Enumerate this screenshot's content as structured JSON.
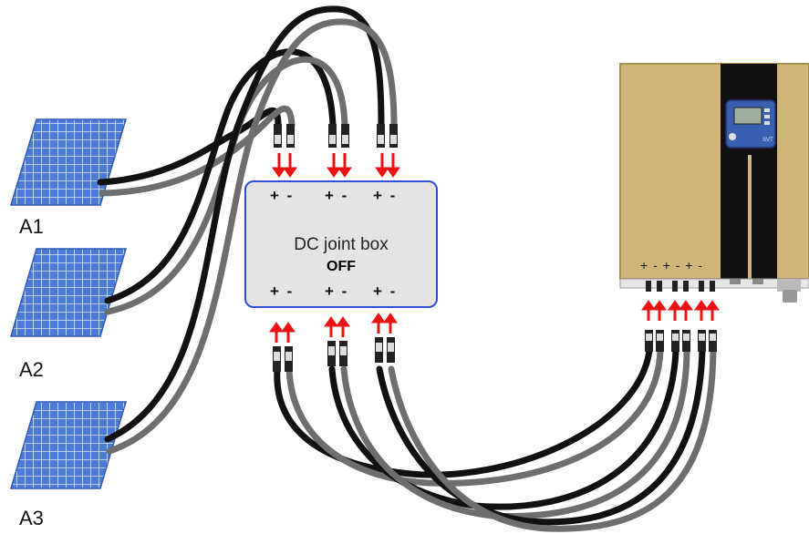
{
  "panels": [
    {
      "label": "A1"
    },
    {
      "label": "A2"
    },
    {
      "label": "A3"
    }
  ],
  "joint_box": {
    "title": "DC joint box",
    "state": "OFF",
    "terminal_top": "+ -",
    "terminal_bottom": "+ -"
  },
  "inverter": {
    "terminals": "+ - + - + -",
    "display_brand": "SVT"
  },
  "colors": {
    "panel": "#3f6fd1",
    "panel_grid": "#ffffff",
    "cable_black": "#111111",
    "cable_gray": "#6e6e6e",
    "arrow": "#ee1111",
    "box_border": "#2f4ed8",
    "box_fill": "#e4e4e4",
    "inverter_body": "#cfb57a",
    "inverter_panel": "#111111",
    "display_bezel": "#3b5fb0"
  }
}
